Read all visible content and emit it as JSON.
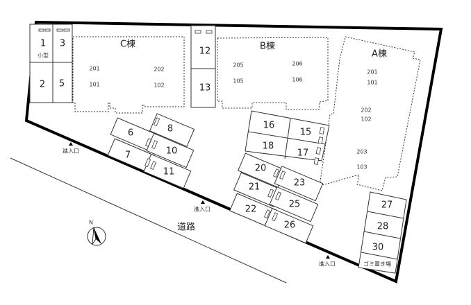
{
  "buildings": {
    "A": "A棟",
    "B": "B棟",
    "C": "C棟"
  },
  "rooms": {
    "C": [
      "201",
      "202",
      "101",
      "102"
    ],
    "B": [
      "205",
      "206",
      "105",
      "106"
    ],
    "A": [
      "201",
      "101",
      "202",
      "102",
      "203",
      "103"
    ]
  },
  "stalls": {
    "s1": "1",
    "s1_note": "小型",
    "s3": "3",
    "s2": "2",
    "s5": "5",
    "s12": "12",
    "s13": "13",
    "s6": "6",
    "s7": "7",
    "s8": "8",
    "s10": "10",
    "s11": "11",
    "s16": "16",
    "s15": "15",
    "s18": "18",
    "s17": "17",
    "s20": "20",
    "s23": "23",
    "s21": "21",
    "s25": "25",
    "s22": "22",
    "s26": "26",
    "s27": "27",
    "s28": "28",
    "s30": "30"
  },
  "garbage": "ゴミ置き場",
  "entrance": "進入口",
  "road": "道路",
  "north": "N"
}
